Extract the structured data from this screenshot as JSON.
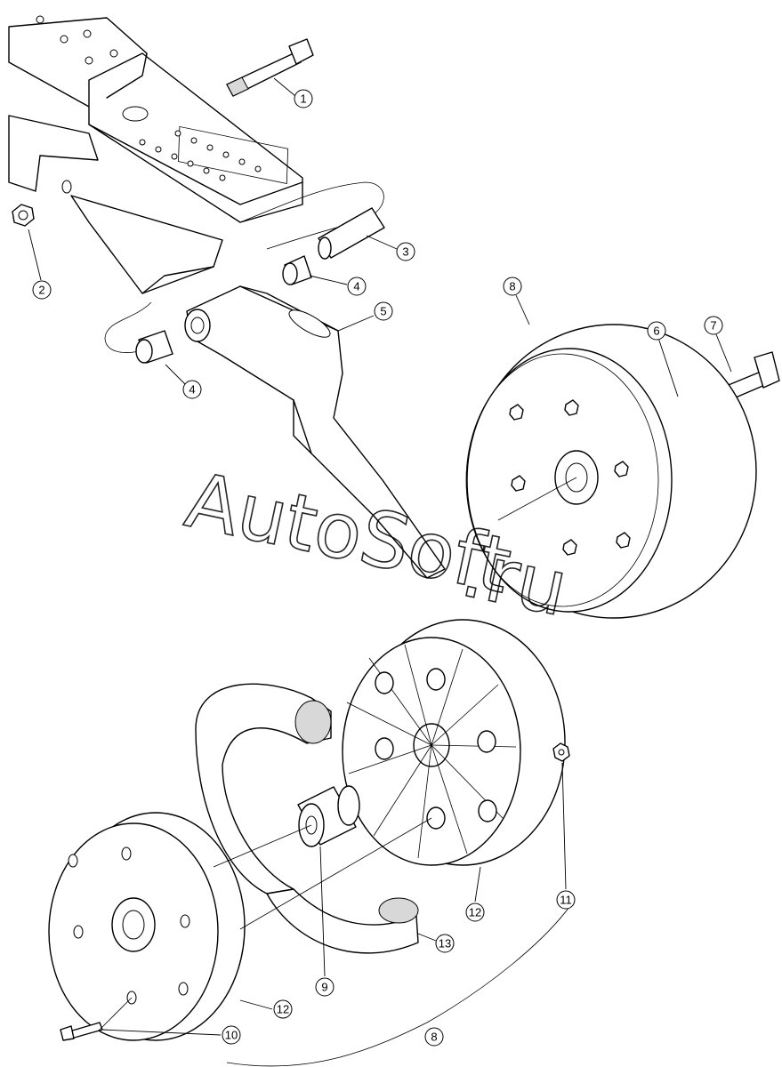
{
  "callouts": [
    {
      "id": "1",
      "label": "1"
    },
    {
      "id": "2",
      "label": "2"
    },
    {
      "id": "3",
      "label": "3"
    },
    {
      "id": "4a",
      "label": "4"
    },
    {
      "id": "4b",
      "label": "4"
    },
    {
      "id": "5",
      "label": "5"
    },
    {
      "id": "6",
      "label": "6"
    },
    {
      "id": "7",
      "label": "7"
    },
    {
      "id": "8a",
      "label": "8"
    },
    {
      "id": "8b",
      "label": "8"
    },
    {
      "id": "9",
      "label": "9"
    },
    {
      "id": "10",
      "label": "10"
    },
    {
      "id": "11",
      "label": "11"
    },
    {
      "id": "12a",
      "label": "12"
    },
    {
      "id": "12b",
      "label": "12"
    },
    {
      "id": "13",
      "label": "13"
    }
  ],
  "watermark": {
    "line1": "AutoSoft",
    "line2": ".ru"
  }
}
